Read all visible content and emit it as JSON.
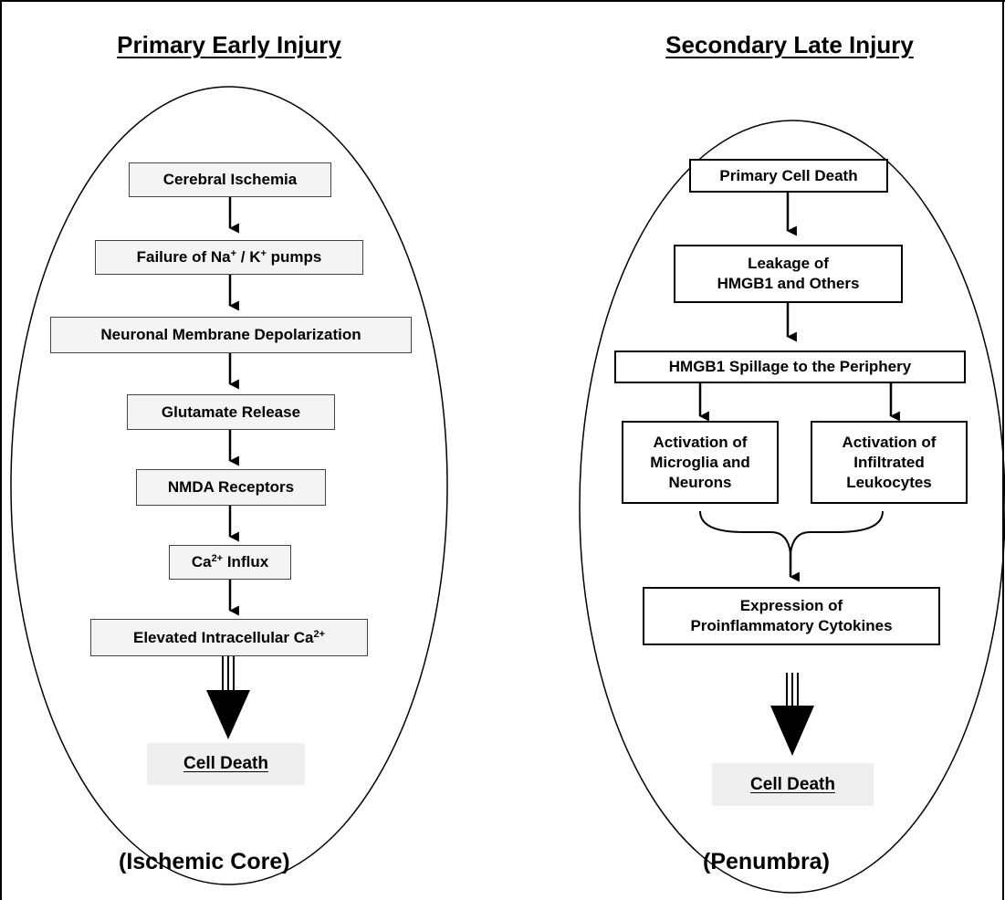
{
  "left": {
    "title": "Primary Early Injury",
    "steps": {
      "s1": "Cerebral Ischemia",
      "s2_pre": "Failure of Na",
      "s2_sup1": "+",
      "s2_mid": " / K",
      "s2_sup2": "+",
      "s2_post": " pumps",
      "s3": "Neuronal Membrane Depolarization",
      "s4": "Glutamate Release",
      "s5": "NMDA Receptors",
      "s6_pre": "Ca",
      "s6_sup": "2+",
      "s6_post": " Influx",
      "s7_pre": "Elevated Intracellular Ca",
      "s7_sup": "2+"
    },
    "outcome": "Cell Death",
    "footer": "(Ischemic Core)"
  },
  "right": {
    "title": "Secondary Late Injury",
    "steps": {
      "s1": "Primary Cell Death",
      "s2_line1": "Leakage of",
      "s2_line2": "HMGB1 and Others",
      "s3": "HMGB1 Spillage to the Periphery",
      "s4a_line1": "Activation of",
      "s4a_line2": "Microglia and",
      "s4a_line3": "Neurons",
      "s4b_line1": "Activation of",
      "s4b_line2": "Infiltrated",
      "s4b_line3": "Leukocytes",
      "s5_line1": "Expression of",
      "s5_line2": "Proinflammatory Cytokines"
    },
    "outcome": "Cell Death",
    "footer": "(Penumbra)"
  }
}
